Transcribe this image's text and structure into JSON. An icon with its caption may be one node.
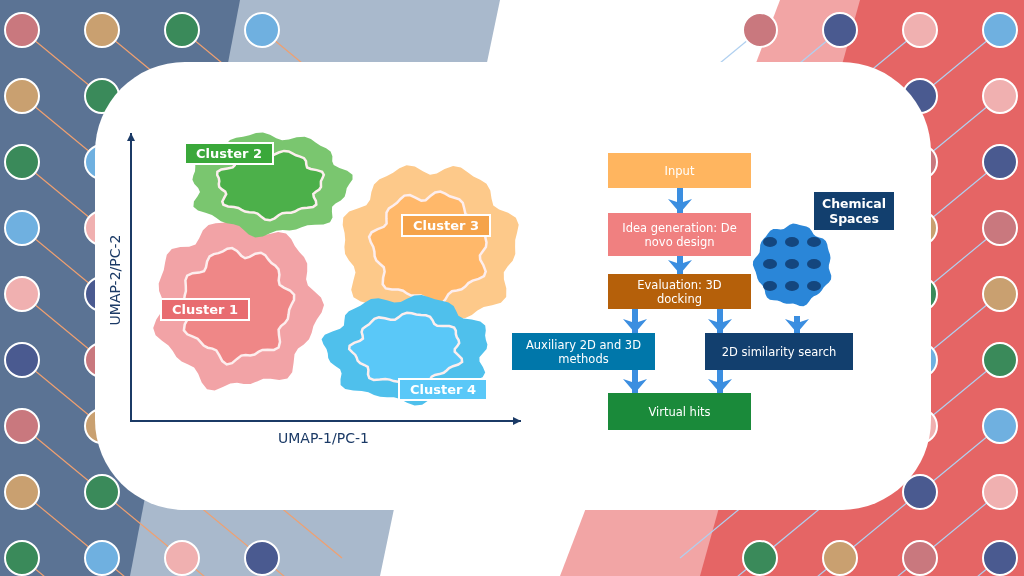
{
  "diagram": {
    "nodes": [
      {
        "text": [
          "Input"
        ]
      },
      {
        "text": [
          "Idea generation: De novo design"
        ]
      },
      {
        "text": [
          "Evaluation: 3D docking"
        ]
      },
      {
        "text": [
          "Auxiliary 2D and 3D methods"
        ]
      },
      {
        "text": [
          "2D similarity search"
        ]
      },
      {
        "text": [
          "Virtual hits"
        ]
      },
      {
        "text": [
          "Chemical Spaces"
        ]
      },
      {
        "text": [
          "Cluster 1"
        ]
      },
      {
        "text": [
          "Cluster 2"
        ]
      },
      {
        "text": [
          "Cluster 3"
        ]
      },
      {
        "text": [
          "Cluster 4"
        ]
      }
    ],
    "edges": [
      {
        "from": 0,
        "to": 1,
        "arrow": "to"
      },
      {
        "from": 1,
        "to": 2,
        "arrow": "to"
      },
      {
        "from": 2,
        "to": 3,
        "arrow": "to"
      },
      {
        "from": 2,
        "to": 4,
        "arrow": "to"
      },
      {
        "from": 6,
        "to": 4,
        "arrow": "to"
      },
      {
        "from": 3,
        "to": 5,
        "arrow": "to"
      },
      {
        "from": 4,
        "to": 5,
        "arrow": "to"
      }
    ],
    "labels": [
      "UMAP-2/PC-2",
      "UMAP-1/PC-1"
    ]
  }
}
